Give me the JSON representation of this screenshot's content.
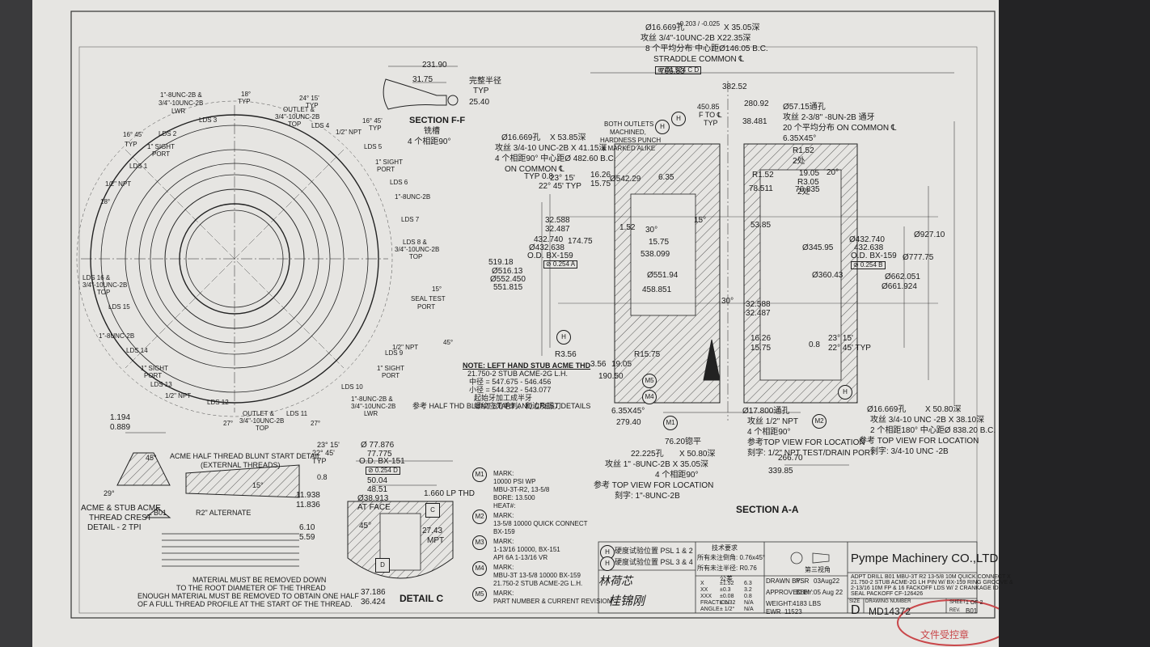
{
  "section_ff": {
    "title": "SECTION F-F",
    "sub1": "铣槽",
    "sub2": "4 个相距90°",
    "dim_total": "231.90",
    "dim_a": "31.75",
    "dim_b": "25.40",
    "note": "完整半径",
    "note_typ": "TYP"
  },
  "top_view_labels": {
    "unc1": "1\"-8UNC-2B &",
    "unc1b": "3/4\"-10UNC-2B",
    "unc1c": "LWR",
    "outlet": "OUTLET &",
    "outlet2": "3/4\"-10UNC-2B",
    "outlet3": "TOP",
    "npt": "1/2\" NPT",
    "sight1": "1\" SIGHT",
    "sight1b": "PORT",
    "typ18": "18°",
    "typ18b": "TYP",
    "ang2415": "24° 15'",
    "ang2415b": "TYP",
    "ang1645": "16° 45'",
    "ang1645b": "TYP",
    "lds": [
      "LDS 1",
      "LDS 2",
      "LDS 3",
      "LDS 4",
      "LDS 5",
      "LDS 6",
      "LDS 7",
      "LDS 8 &",
      "LDS 9",
      "LDS 10",
      "LDS 11",
      "LDS 12",
      "LDS 13",
      "LDS 14",
      "LDS 15",
      "LDS 16 &"
    ],
    "seal_test": "SEAL TEST",
    "seal_test2": "PORT",
    "ang15": "15°",
    "ang45": "45°",
    "ang27": "27°",
    "ang18": "18°",
    "unc8": "1\"-8UNC-2B",
    "outlet_top": "3/4\"-10UNC-2B",
    "lwr": "LWR"
  },
  "section_aa": {
    "title": "SECTION A-A",
    "d16669_top": "Ø16.669孔",
    "d16669_top_tol": "+0.203 / -0.025",
    "d16669_top_depth": "X 35.05深",
    "thread_top": "攻丝 3/4\"-10UNC-2B X22.35深",
    "bc_top": "8 个平均分布 中心距Ø146.05 B.C.",
    "straddle": "STRADDLE COMMON ℄",
    "tol_box": "⊕ Ø1.524 C D",
    "d16669_2": "Ø16.669孔",
    "d16669_2_depth": "X 53.85深",
    "thread_2": "攻丝 3/4-10 UNC-2B X 41.15深",
    "bc_2a": "4 个相距90°  中心距Ø 482.60 B.C.",
    "bc_2b": "ON COMMON ℄",
    "outlets_note1": "BOTH OUTLETS",
    "outlets_note2": "MACHINED,",
    "outlets_note3": "HARDNESS PUNCH",
    "outlets_note4": "& MARKED ALIKE",
    "dim_766": "766.83",
    "dim_382": "382.52",
    "dim_280": "280.92",
    "dim_450": "450.85",
    "dim_450b": "F TO ℄",
    "dim_450c": "TYP",
    "dim_38481": "38.481",
    "d5715": "Ø57.15通孔",
    "thread_238": "攻丝 2-3/8\" -8UN-2B 通牙",
    "bc_238": "20 个平均分布 ON COMMON ℄",
    "chamfer": "6.35X45°",
    "r152": "R1.52",
    "r152b": "2处",
    "r152c": "R1.52",
    "d1905": "19.05",
    "a20": "20°",
    "d78511": "78.511",
    "d76835": "76.835",
    "r305": "R3.05",
    "r305b": "2处",
    "a15": "15°",
    "d5385": "53.85",
    "d927": "Ø927.10",
    "d34595": "Ø345.95",
    "d432740r": "Ø432.740",
    "d432638r": "432.638",
    "odbx159r": "O.D. BX-159",
    "tolbox_r": "⊘ 0.254 B",
    "d77775": "Ø777.75",
    "d36043": "Ø360.43",
    "d662051": "Ø662.051",
    "d661924": "Ø661.924",
    "d32588r": "32.588",
    "d32487r": "32.487",
    "a30r": "30°",
    "d1626r": "16.26",
    "d1575r": "15.75",
    "d08r": "0.8",
    "a2315r": "23° 15'",
    "a2245r": "22° 45' TYP",
    "d1626l": "16.26",
    "d1575l": "15.75",
    "d54229": "Ø542.29",
    "d635": "6.35",
    "typ08": "TYP 0.8",
    "a2315l": "23° 15'",
    "a2245l": "22° 45' TYP",
    "d32588l": "32.588",
    "d32487l": "32.487",
    "d432740l": "432.740",
    "d432638l": "Ø432.638",
    "odbx159l": "O.D. BX-159",
    "tolbox_l": "⊘ 0.254 A",
    "d51918": "519.18",
    "d51613": "Ø516.13",
    "d552450": "Ø552.450",
    "d551815": "551.815",
    "d17475": "174.75",
    "d152": "1.52",
    "a30": "30°",
    "d1575c": "15.75",
    "d538": "538.099",
    "d55194": "Ø551.94",
    "d458": "458.851",
    "r356": "R3.56",
    "d356": "3.56",
    "d1905b": "19.05",
    "r1575": "R15.75",
    "d19050": "190.50",
    "chamfer2": "6.35X45°",
    "d27940": "279.40",
    "left_note_title": "NOTE: LEFT HAND STUB ACME THD",
    "left_note1": "21.750-2 STUB ACME-2G L.H.",
    "left_note2": "中径 = 547.675 - 546.456",
    "left_note3": "小径 = 544.322 - 543.077",
    "left_note4": "起始牙加工成半牙",
    "left_note5": "螺纹应无毛刺、利边及振刀",
    "left_note6": "参考 HALF THD BLUNT START AND CREST DETAILS",
    "d17800": "Ø17.800通孔",
    "npt_note": "攻丝 1/2\" NPT",
    "npt_note2": "4 个相距90°",
    "npt_note3": "参考TOP VIEW FOR LOCATION",
    "npt_note4": "刻字: 1/2\" NPT TEST/DRAIN PORT",
    "d16669_3": "Ø16.669孔",
    "d16669_3_depth": "X 50.80深",
    "thread_3": "攻丝 3/4-10 UNC -2B X 38.10深",
    "bc_3": "2 个相距180°  中心距Ø 838.20 B.C.",
    "loc_3": "参考 TOP VIEW FOR LOCATION",
    "mark_3": "刻字: 3/4-10 UNC -2B",
    "spot": "76.20锪平",
    "d22225": "22.225孔",
    "d22225_depth": "X 50.80深",
    "thread_4": "攻丝 1\" -8UNC-2B X 35.05深",
    "bc_4": "4 个相距90°",
    "loc_4": "参考 TOP VIEW FOR LOCATION",
    "mark_4": "刻字: 1\"-8UNC-2B",
    "d26670": "266.70",
    "d33985": "339.85"
  },
  "detail_c": {
    "title": "DETAIL C",
    "a2315": "23° 15'",
    "a2245": "22° 45'",
    "typ": "TYP",
    "d77876": "Ø 77.876",
    "d77775": "77.775",
    "odbx151": "O.D. BX-151",
    "tol": "⊘ 0.254 D",
    "d08": "0.8",
    "d5004": "50.04",
    "d4851": "48.51",
    "thd": "1.660 LP THD",
    "d38913": "Ø38.913",
    "atface": "AT FACE",
    "d11938": "11.938",
    "d11836": "11.836",
    "d610": "6.10",
    "d559": "5.59",
    "a45": "45°",
    "d2743": "27.43",
    "mpt": "MPT",
    "d37186": "37.186",
    "d36424": "36.424"
  },
  "acme": {
    "d1194": "1.194",
    "d0889": "0.889",
    "a45": "45°",
    "a29": "29°",
    "title1": "ACME & STUB ACME",
    "title2": "THREAD CREST",
    "title3": "DETAIL - 2 TPI",
    "rev": "B01",
    "blunt1": "ACME HALF THREAD BLUNT START DETAIL",
    "blunt2": "(EXTERNAL THREADS)",
    "a15": "15°",
    "r2": "R2\" ALTERNATE",
    "note1": "MATERIAL MUST BE REMOVED DOWN",
    "note2": "TO THE ROOT DIAMETER OF THE THREAD",
    "note3": "ENOUGH MATERIAL MUST BE REMOVED TO OBTAIN ONE HALF",
    "note4": "OF A FULL THREAD PROFILE AT THE START OF THE THREAD."
  },
  "marks": {
    "m1_a": "MARK:",
    "m1_b": "10000 PSI WP",
    "m1_c": "MBU-3T-R2, 13-5/8",
    "m1_d": "BORE: 13.500",
    "m1_e": "HEAT#:",
    "m2_a": "MARK:",
    "m2_b": "13-5/8 10000 QUICK CONNECT",
    "m2_c": "BX-159",
    "m3_a": "MARK:",
    "m3_b": "1-13/16 10000, BX-151",
    "m3_c": "API 6A 1-13/16 VR",
    "m4_a": "MARK:",
    "m4_b": "MBU-3T 13-5/8 10000 BX-159",
    "m4_c": "21.750-2 STUB ACME-2G L.H.",
    "m5_a": "MARK:",
    "m5_b": "PART NUMBER & CURRENT REVISION"
  },
  "title_block": {
    "hardness1": "硬度试验位置 PSL 1 & 2",
    "hardness2": "硬度试验位置 PSL 3 & 4",
    "tech_req": "技术要求",
    "chamfer_note": "所有未注倒角: 0.76x45°",
    "radius_note": "所有未注半径: R0.76",
    "tol_head": "公差",
    "tol_rows": [
      [
        "X",
        "±1.52",
        "6.3"
      ],
      [
        "XX",
        "±0.3",
        "3.2"
      ],
      [
        "XXX",
        "±0.08",
        "0.8"
      ],
      [
        "FRACTION",
        "± 1/32",
        "N/A"
      ],
      [
        "ANGLE",
        "± 1/2°",
        "N/A"
      ]
    ],
    "third_angle": "第三视角",
    "drawn_by": "DRAWN BY:",
    "drawn_name": "PSR",
    "drawn_date": "03Aug22",
    "approved_by": "APPROVED BY:",
    "approved_name": "BBH",
    "approved_date": "05 Aug 22",
    "weight_label": "WEIGHT:",
    "weight": "4183 LBS",
    "ewr_label": "EWR",
    "ewr": "11523",
    "company": "Pympe Machinery CO.,LTD",
    "desc1": "ADPT DRILL B01 MBU-3T R2 13-5/8 10M QUICK CONNECT X",
    "desc2": "21.750-2 STUB ACME-2G LH PIN W/ BX-159 RING GROOVE &",
    "desc3": "2-13/16 10M FP & 16 FACKOFF LDS W/ 2 CRANKAGE ID",
    "desc4": "SEAL PACKOFF CF-126426",
    "size_label": "SIZE",
    "size": "D",
    "drawing_label": "DRAWING NUMBER",
    "drawing_number": "MD14372",
    "sheet_label": "SHEET",
    "sheet": "1 OF 2",
    "rev_label": "REV.",
    "rev": "B01",
    "stamp": "文件受控章",
    "signature1": "林荷芯",
    "signature2": "桂锦刚"
  }
}
